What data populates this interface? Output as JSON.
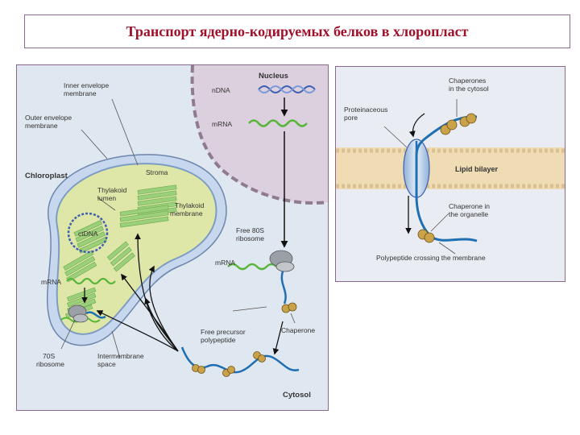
{
  "title": "Транспорт ядерно-кодируемых белков в хлоропласт",
  "left_diagram": {
    "labels": {
      "nucleus": "Nucleus",
      "ndna": "nDNA",
      "mrna_nucleus": "mRNA",
      "inner_envelope_1": "Inner envelope",
      "inner_envelope_2": "membrane",
      "outer_envelope_1": "Outer envelope",
      "outer_envelope_2": "membrane",
      "chloroplast": "Chloroplast",
      "stroma": "Stroma",
      "thylakoid_lumen_1": "Thylakoid",
      "thylakoid_lumen_2": "lumen",
      "thylakoid_membrane_1": "Thylakoid",
      "thylakoid_membrane_2": "membrane",
      "ctdna": "ctDNA",
      "mrna_chloroplast": "mRNA",
      "free_ribosome_1": "Free 80S",
      "free_ribosome_2": "ribosome",
      "mrna_cytosol": "mRNA",
      "chaperone": "Chaperone",
      "free_precursor_1": "Free precursor",
      "free_precursor_2": "polypeptide",
      "ribosome_70s_1": "70S",
      "ribosome_70s_2": "ribosome",
      "intermembrane_1": "Intermembrane",
      "intermembrane_2": "space",
      "cytosol": "Cytosol"
    }
  },
  "right_diagram": {
    "labels": {
      "chaperones_cytosol_1": "Chaperones",
      "chaperones_cytosol_2": "in the cytosol",
      "pore_1": "Proteinaceous",
      "pore_2": "pore",
      "lipid_bilayer": "Lipid bilayer",
      "chaperone_organelle_1": "Chaperone in",
      "chaperone_organelle_2": "the organelle",
      "polypeptide_crossing": "Polypeptide crossing the membrane"
    }
  },
  "colors": {
    "title": "#a0102a",
    "nucleus_fill": "#ddd0de",
    "chloroplast_fill": "#dfe7a8",
    "envelope_blue": "#7d9cc4",
    "thylakoid_green": "#9bcf7a",
    "mrna_green": "#59b53a",
    "dna_blue": "#3d5fb0",
    "polypeptide_blue": "#1e6fb3",
    "chaperone_tan": "#c9a24a",
    "lipid_tan": "#efdcb4"
  }
}
